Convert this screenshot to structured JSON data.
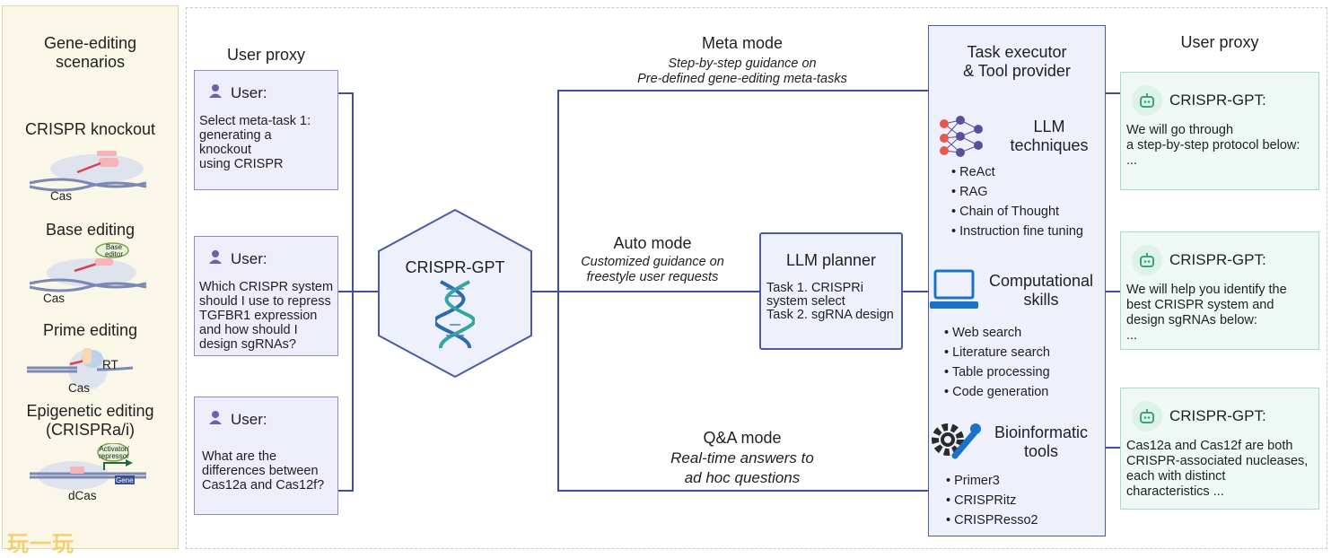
{
  "left_panel": {
    "title": "Gene-editing\nscenarios",
    "scenarios": [
      {
        "name": "CRISPR knockout",
        "label": "Cas"
      },
      {
        "name": "Base editing",
        "label": "Cas",
        "tag": "Base\neditor"
      },
      {
        "name": "Prime editing",
        "label": "Cas",
        "tag": "RT"
      },
      {
        "name": "Epigenetic editing\n(CRISPRa/i)",
        "label": "dCas",
        "tag": "Activator/\nrepressor",
        "gene": "Gene"
      }
    ],
    "watermark": "玩一玩"
  },
  "user_proxy_left": {
    "title": "User proxy",
    "boxes": [
      {
        "label": "User:",
        "text": "Select meta-task 1:\ngenerating a\nknockout\nusing CRISPR"
      },
      {
        "label": "User:",
        "text": "Which CRISPR system\nshould I use to repress\nTGFBR1 expression\nand how should I\ndesign sgRNAs?"
      },
      {
        "label": "User:",
        "text": "What are the\ndifferences between\nCas12a and Cas12f?"
      }
    ]
  },
  "center": {
    "title": "CRISPR-GPT"
  },
  "modes": {
    "meta": {
      "title": "Meta mode",
      "subtitle": "Step-by-step guidance on\nPre-defined gene-editing meta-tasks"
    },
    "auto": {
      "title": "Auto mode",
      "subtitle": "Customized guidance on\nfreestyle user requests"
    },
    "qa": {
      "title": "Q&A mode",
      "subtitle": "Real-time answers to\nad hoc questions"
    }
  },
  "planner": {
    "title": "LLM planner",
    "text": "Task 1. CRISPRi\nsystem select\nTask 2. sgRNA design"
  },
  "executor": {
    "title": "Task executor\n& Tool provider",
    "sections": [
      {
        "title": "LLM\ntechniques",
        "items": [
          "ReAct",
          "RAG",
          "Chain of Thought",
          "Instruction fine tuning"
        ]
      },
      {
        "title": "Computational\nskills",
        "items": [
          "Web search",
          "Literature search",
          "Table processing",
          "Code generation"
        ]
      },
      {
        "title": "Bioinformatic\ntools",
        "items": [
          "Primer3",
          "CRISPRitz",
          "CRISPResso2"
        ]
      }
    ]
  },
  "user_proxy_right": {
    "title": "User proxy",
    "boxes": [
      {
        "label": "CRISPR-GPT:",
        "text": "We will go through\na step-by-step protocol below:\n..."
      },
      {
        "label": "CRISPR-GPT:",
        "text": "We will help you identify the\nbest CRISPR system and\ndesign sgRNAs below:\n..."
      },
      {
        "label": "CRISPR-GPT:",
        "text": "Cas12a and Cas12f are both\nCRISPR-associated nucleases,\neach with distinct\ncharacteristics ..."
      }
    ]
  },
  "colors": {
    "accent": "#3f4f9a",
    "user_fill": "#eeedfa",
    "gpt_fill": "#eef8f4",
    "scenario_fill": "#fbf7e8"
  }
}
